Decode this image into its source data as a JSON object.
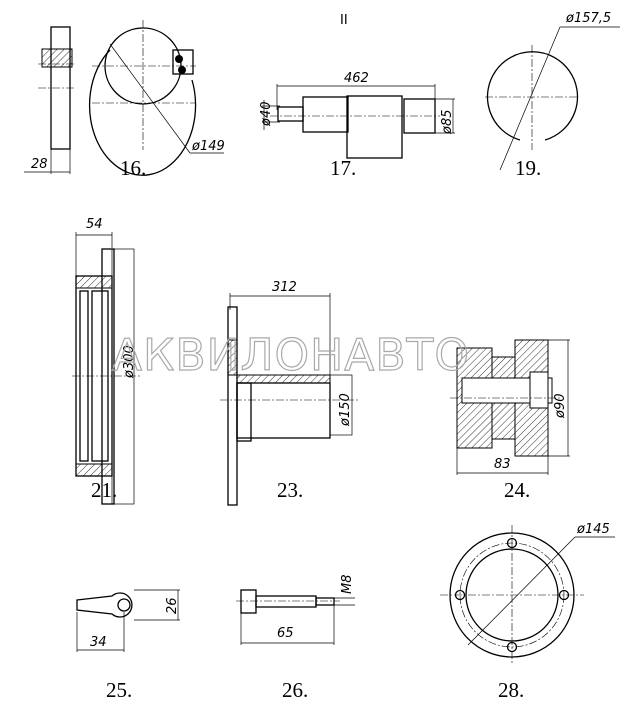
{
  "sheet": {
    "mark": "II",
    "watermark": "АКВИЛОНАВТО",
    "parts": [
      {
        "number": "16.",
        "dims": [
          "28",
          "ø149"
        ]
      },
      {
        "number": "17.",
        "dims": [
          "462",
          "ø40",
          "ø85"
        ]
      },
      {
        "number": "19.",
        "dims": [
          "ø157,5"
        ]
      },
      {
        "number": "21.",
        "dims": [
          "54",
          "ø300"
        ]
      },
      {
        "number": "23.",
        "dims": [
          "312",
          "ø150"
        ]
      },
      {
        "number": "24.",
        "dims": [
          "ø90",
          "83"
        ]
      },
      {
        "number": "25.",
        "dims": [
          "26",
          "34"
        ]
      },
      {
        "number": "26.",
        "dims": [
          "M8",
          "65"
        ]
      },
      {
        "number": "28.",
        "dims": [
          "ø145"
        ]
      }
    ]
  }
}
